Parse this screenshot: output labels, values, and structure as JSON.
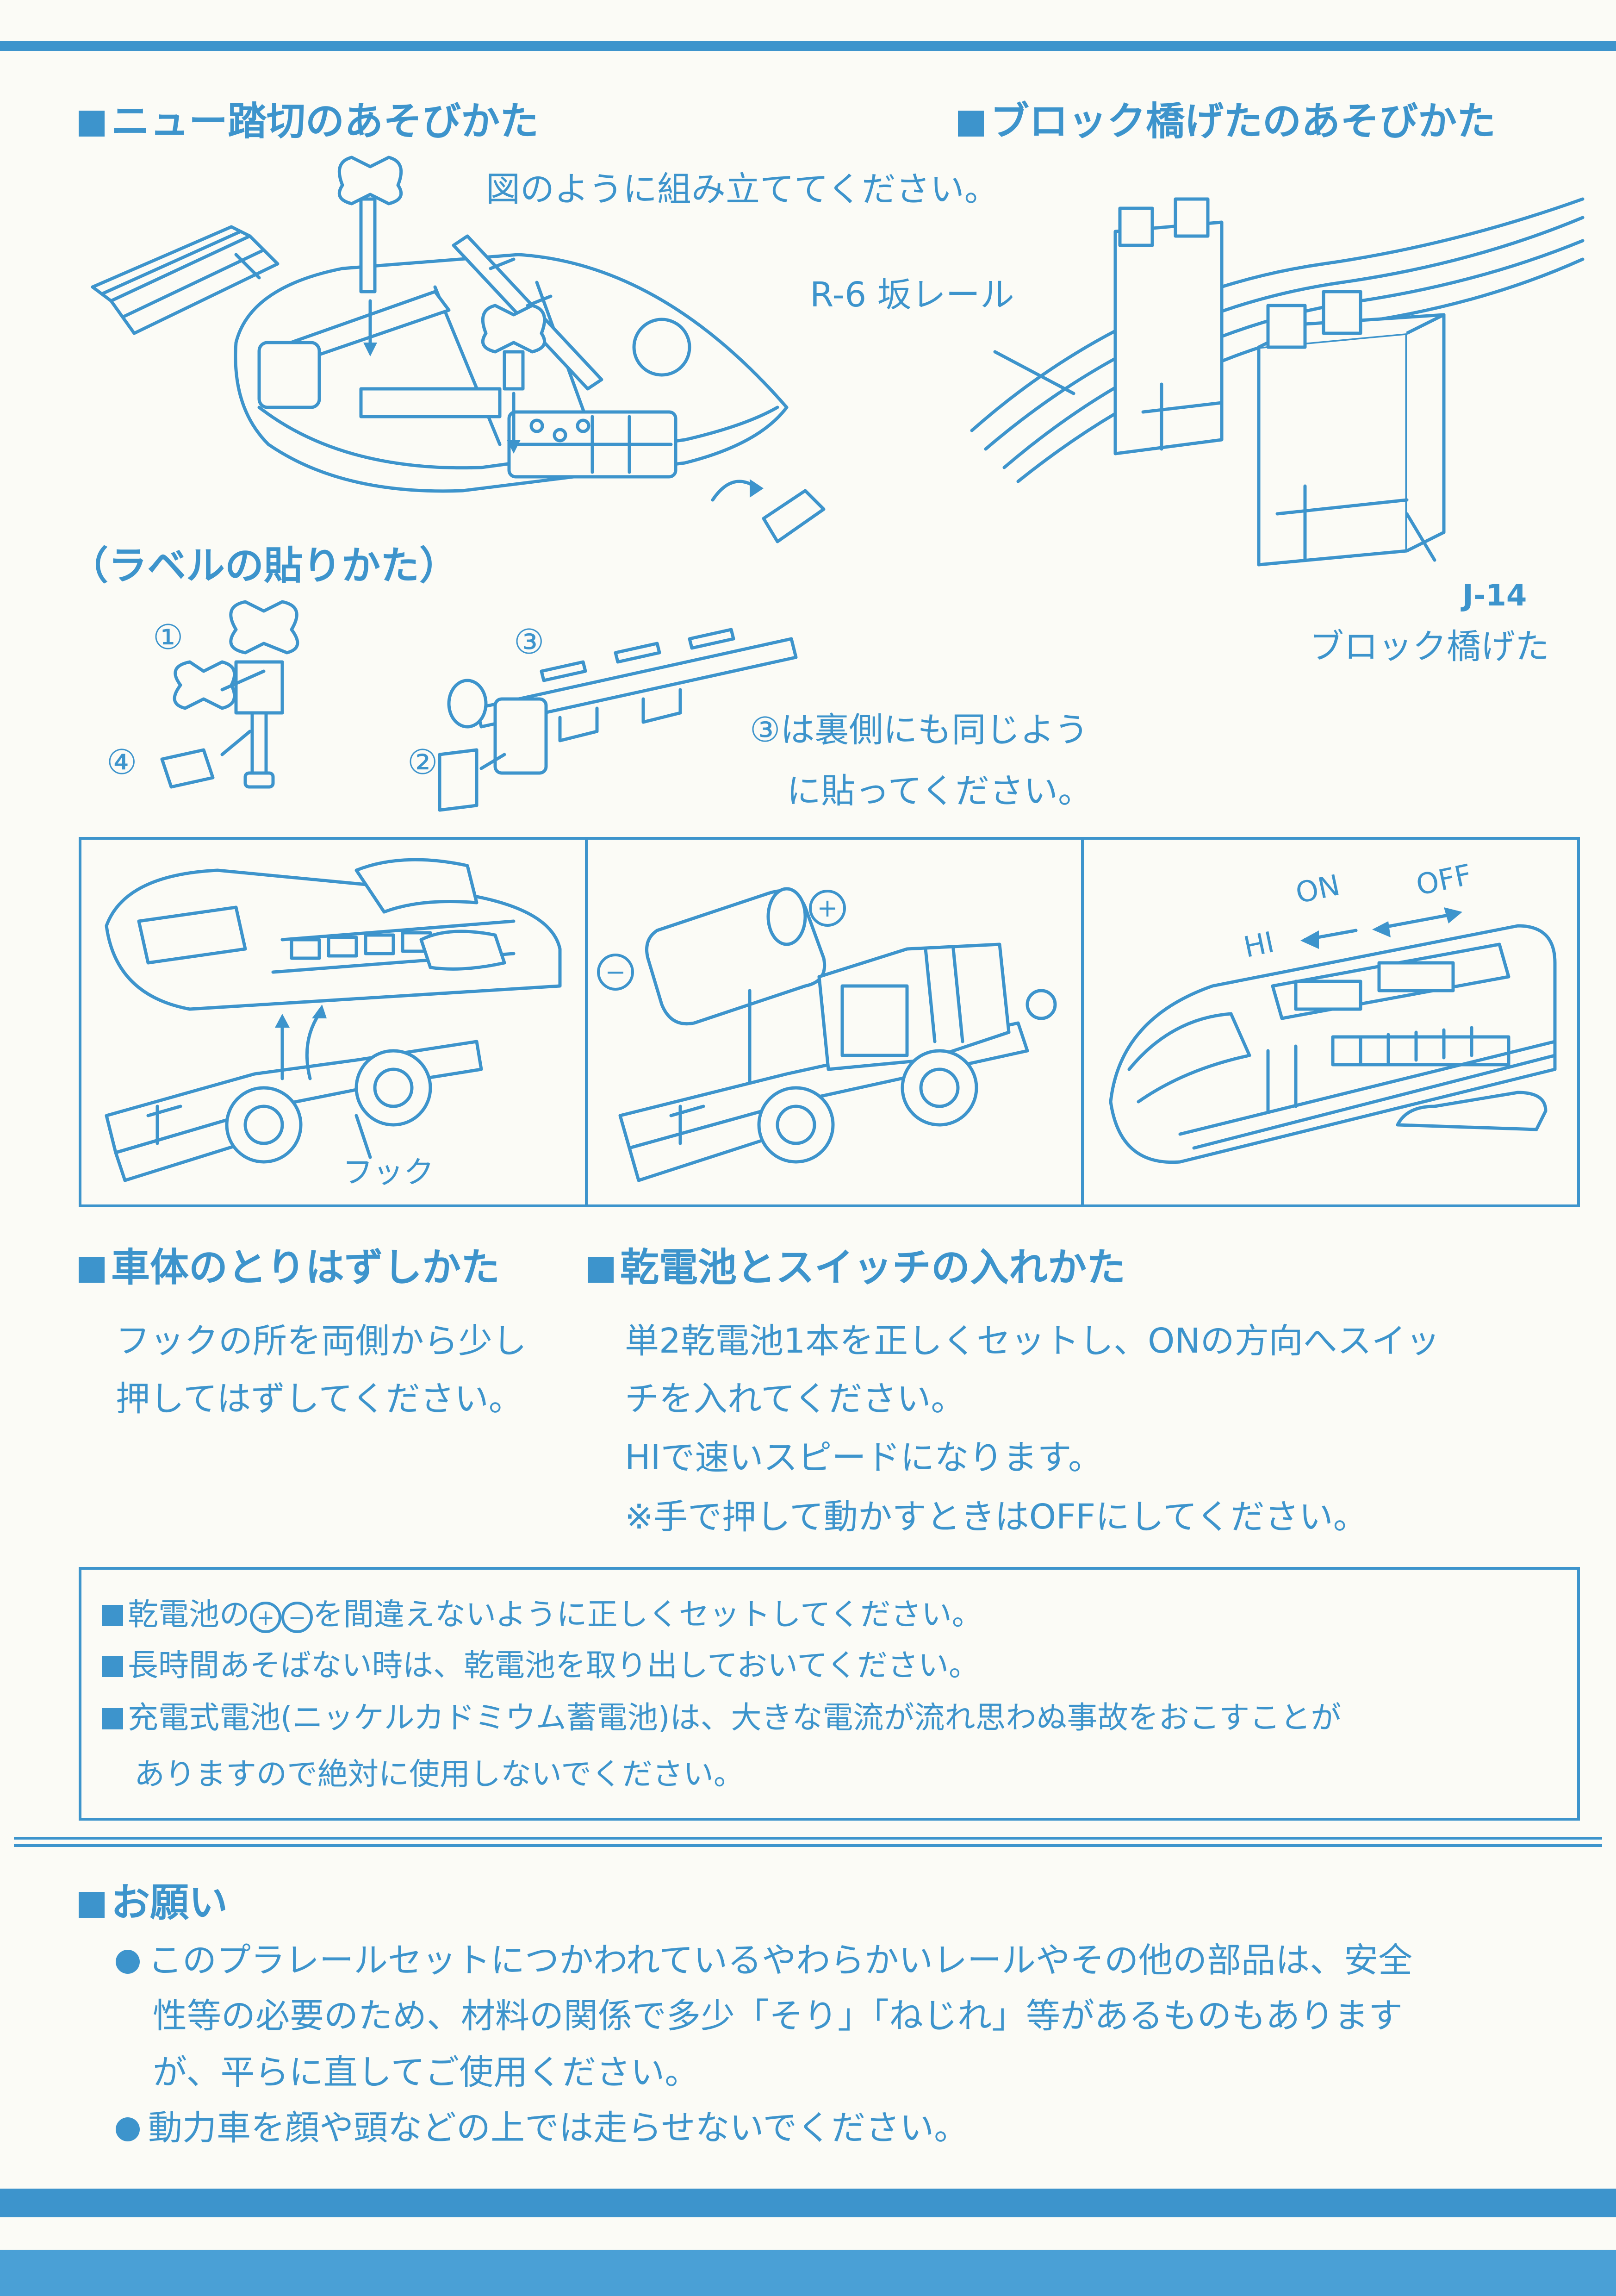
{
  "s1": {
    "title": "ニュー踏切のあそびかた",
    "instruction": "図のように組み立ててください。"
  },
  "s2": {
    "title": "ブロック橋げたのあそびかた",
    "rail_label": "R-6 坂レール",
    "block_code": "J-14",
    "block_label": "ブロック橋げた"
  },
  "labels": {
    "title": "（ラベルの貼りかた）",
    "num1": "①",
    "num2": "②",
    "num3": "③",
    "num4": "④",
    "note_line1": "③は裏側にも同じよう",
    "note_line2": "に貼ってください。"
  },
  "panels": {
    "hook_label": "フック",
    "plus": "+",
    "minus": "−",
    "switch_hi": "HI",
    "switch_on": "ON",
    "switch_off": "OFF"
  },
  "body_removal": {
    "title": "車体のとりはずしかた",
    "line1": "フックの所を両側から少し",
    "line2": "押してはずしてください。"
  },
  "battery": {
    "title": "乾電池とスイッチの入れかた",
    "line1": "単2乾電池1本を正しくセットし、ONの方向へスイッ",
    "line2": "チを入れてください。",
    "line3": "HIで速いスピードになります。",
    "line4": "※手で押して動かすときはOFFにしてください。"
  },
  "warnings": {
    "w1_before": "乾電池の",
    "w1_plus": "+",
    "w1_minus": "−",
    "w1_after": "を間違えないように正しくセットしてください。",
    "w2": "長時間あそばない時は、乾電池を取り出しておいてください。",
    "w3_line1": "充電式電池(ニッケルカドミウム蓄電池)は、大きな電流が流れ思わぬ事故をおこすことが",
    "w3_line2": "ありますので絶対に使用しないでください。"
  },
  "request": {
    "title": "お願い",
    "b1_line1": "このプラレールセットにつかわれているやわらかいレールやその他の部品は、安全",
    "b1_line2": "性等の必要のため、材料の関係で多少「そり」「ねじれ」等があるものもあります",
    "b1_line3": "が、平らに直してご使用ください。",
    "b2": "動力車を顔や頭などの上では走らせないでください。"
  },
  "colors": {
    "ink": "#3d94cc",
    "paper": "#fbfbf6"
  }
}
